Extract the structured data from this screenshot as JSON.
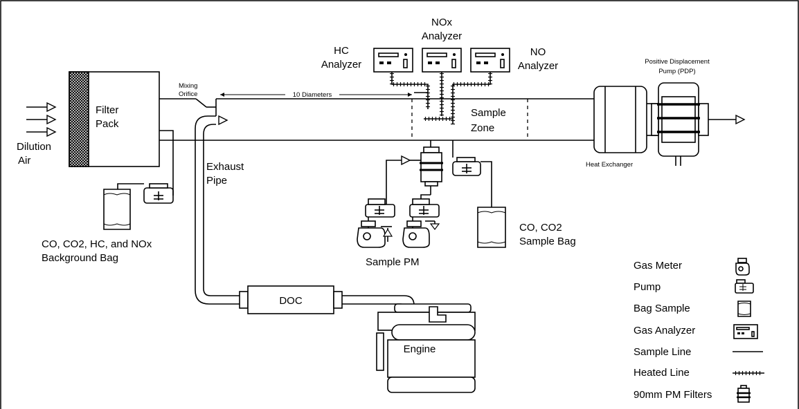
{
  "labels": {
    "filter_pack": [
      "Filter",
      "Pack"
    ],
    "dilution_air": [
      "Dilution",
      "Air"
    ],
    "mixing_orifice": [
      "Mixing",
      "Orifice"
    ],
    "ten_diameters": "10 Diameters",
    "hc_analyzer": [
      "HC",
      "Analyzer"
    ],
    "nox_analyzer": [
      "NOx",
      "Analyzer"
    ],
    "no_analyzer": [
      "NO",
      "Analyzer"
    ],
    "sample_zone": [
      "Sample",
      "Zone"
    ],
    "pdp": [
      "Positive Displacement",
      "Pump (PDP)"
    ],
    "heat_exchanger": "Heat Exchanger",
    "exhaust_pipe": [
      "Exhaust",
      "Pipe"
    ],
    "background_bag": [
      "CO, CO2, HC, and NOx",
      "Background Bag"
    ],
    "sample_pm": "Sample PM",
    "sample_bag": [
      "CO, CO2",
      "Sample Bag"
    ],
    "doc": "DOC",
    "engine": "Engine"
  },
  "legend": [
    {
      "label": "Gas Meter",
      "icon": "gas-meter-icon"
    },
    {
      "label": "Pump",
      "icon": "pump-icon"
    },
    {
      "label": "Bag Sample",
      "icon": "bag-sample-icon"
    },
    {
      "label": "Gas Analyzer",
      "icon": "gas-analyzer-icon"
    },
    {
      "label": "Sample Line",
      "icon": "sample-line-icon"
    },
    {
      "label": "Heated Line",
      "icon": "heated-line-icon"
    },
    {
      "label": "90mm PM Filters",
      "icon": "pm-filter-icon"
    }
  ]
}
